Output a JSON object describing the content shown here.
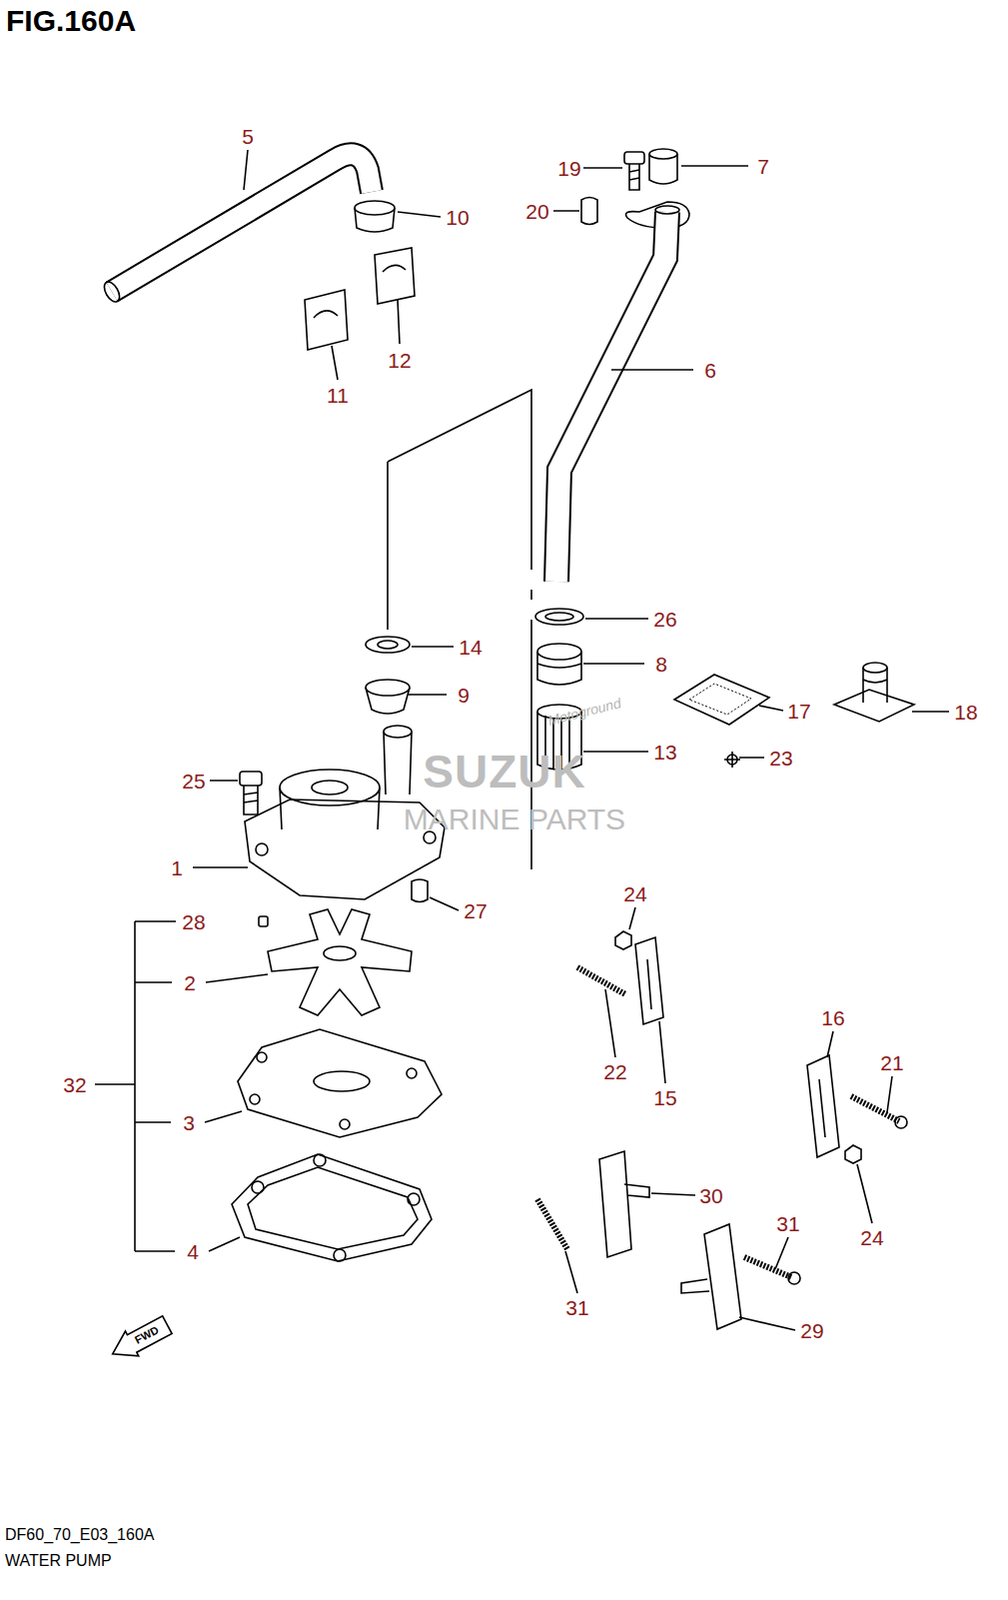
{
  "diagram": {
    "title": "FIG.160A",
    "caption": "WATER PUMP",
    "labels": [
      "5",
      "19",
      "7",
      "20",
      "10",
      "12",
      "11",
      "6",
      "26",
      "14",
      "8",
      "9",
      "17",
      "18",
      "13",
      "23",
      "25",
      "1",
      "28",
      "27",
      "24",
      "2",
      "32",
      "3",
      "22",
      "15",
      "16",
      "21",
      "30",
      "31",
      "4",
      "31",
      "29",
      "24",
      "FWD",
      "DF60_70_E03_160A",
      "SUZUK",
      "MARINE PARTS",
      "Motoground"
    ]
  }
}
